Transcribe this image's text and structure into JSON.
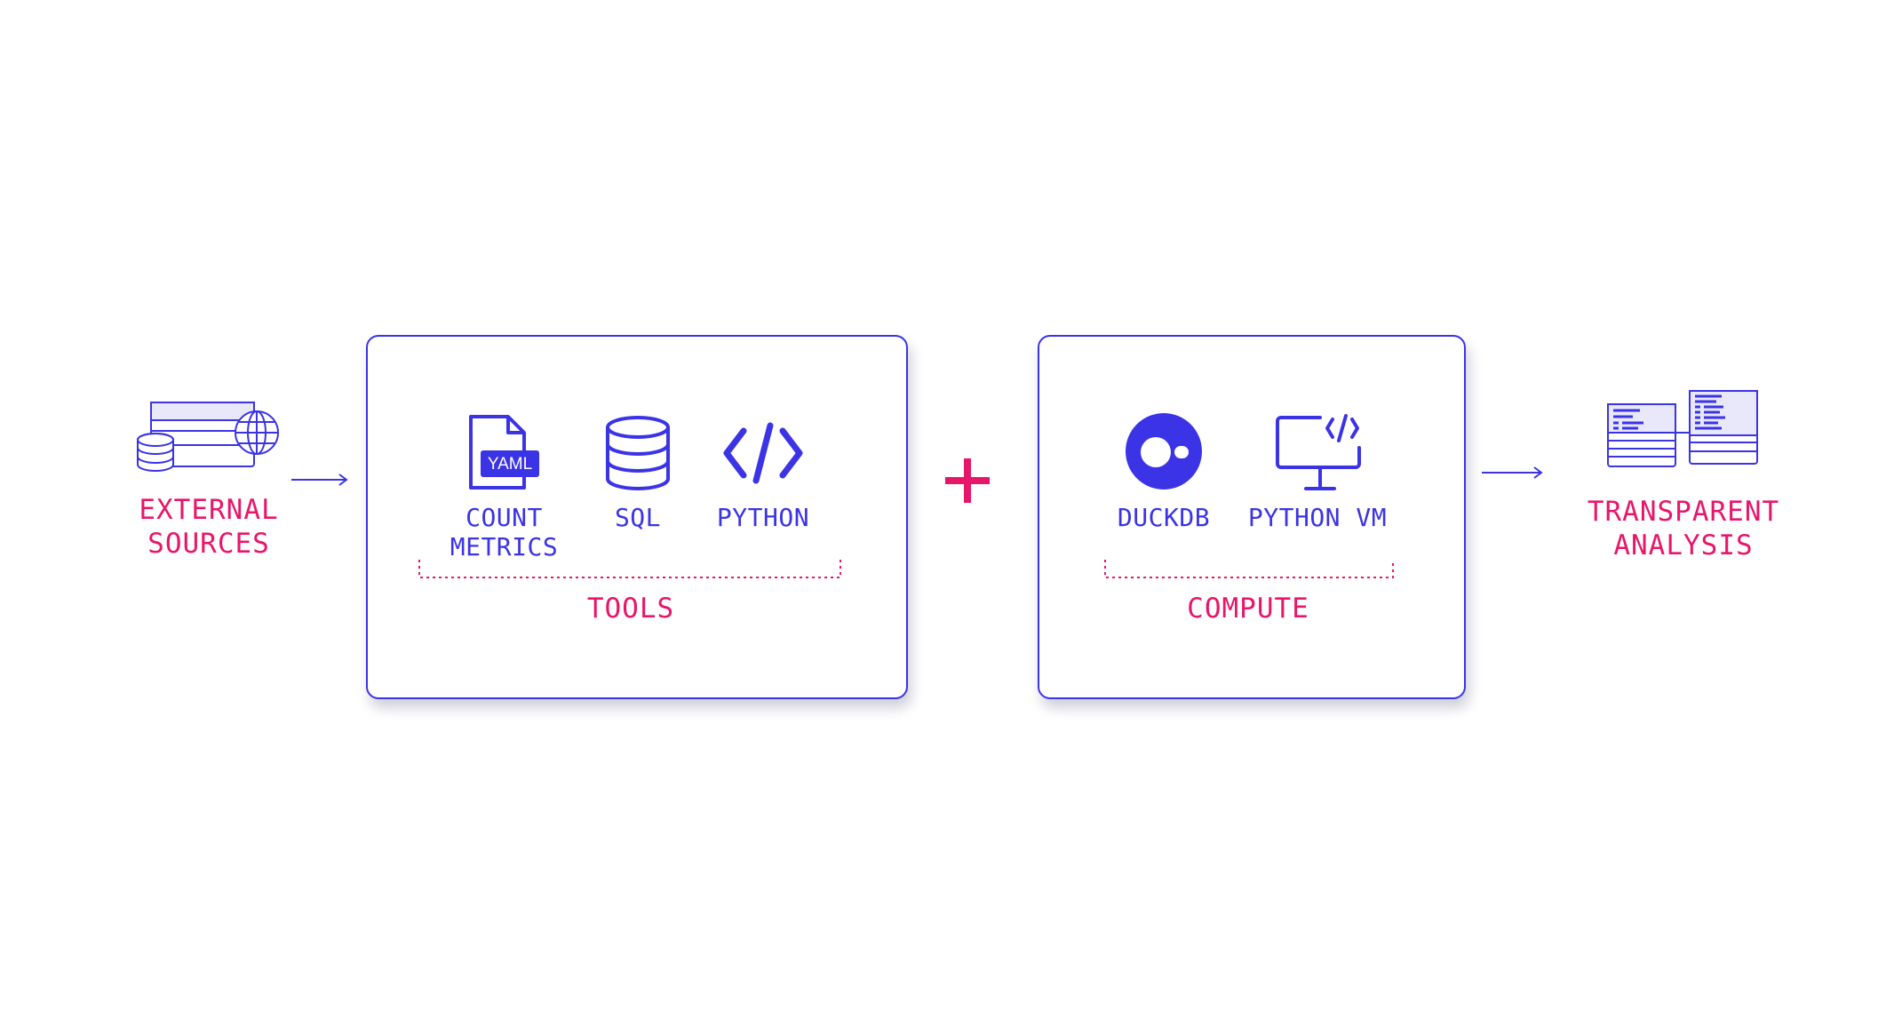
{
  "sources": {
    "label": "EXTERNAL\nSOURCES",
    "icon": "database-globe-icon"
  },
  "tools_panel": {
    "items": [
      {
        "label": "COUNT\nMETRICS",
        "icon": "yaml-file-icon",
        "badge": "YAML"
      },
      {
        "label": "SQL",
        "icon": "database-icon"
      },
      {
        "label": "PYTHON",
        "icon": "code-brackets-icon"
      }
    ],
    "group_label": "TOOLS"
  },
  "operator": "+",
  "compute_panel": {
    "items": [
      {
        "label": "DUCKDB",
        "icon": "duckdb-logo-icon"
      },
      {
        "label": "PYTHON VM",
        "icon": "monitor-code-icon"
      }
    ],
    "group_label": "COMPUTE"
  },
  "output": {
    "label": "TRANSPARENT\nANALYSIS",
    "icon": "documents-icon"
  },
  "colors": {
    "accent": "#e8166b",
    "primary": "#3b33e6",
    "background": "#ffffff"
  }
}
